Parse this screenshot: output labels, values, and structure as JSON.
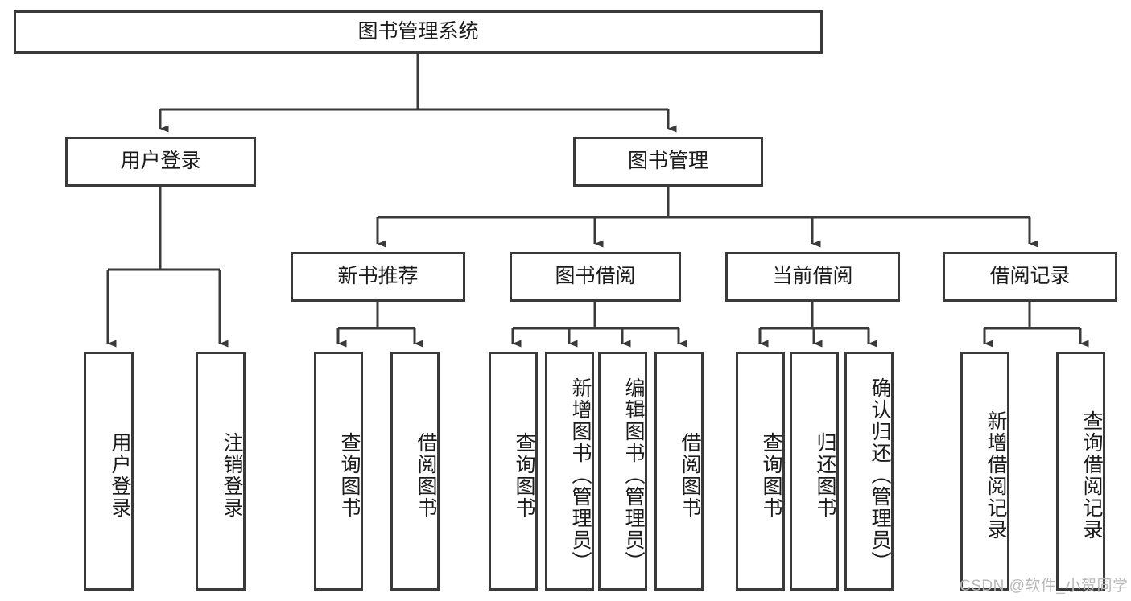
{
  "diagram": {
    "title": "图书管理系统",
    "type": "tree",
    "watermark": "CSDN @软件_小贺同学",
    "stroke_color": "#3a3a3a",
    "fill_color": "#ffffff",
    "text_color": "#1b1b1b",
    "watermark_color": "#b9b9b9",
    "nodes": {
      "root": "图书管理系统",
      "level2": {
        "user_login": "用户登录",
        "book_manage": "图书管理"
      },
      "level3": {
        "new_book_recommend": "新书推荐",
        "book_borrow": "图书借阅",
        "current_borrow": "当前借阅",
        "borrow_record": "借阅记录"
      },
      "leaves": {
        "user_login_group": [
          "用户登录",
          "注销登录"
        ],
        "new_book_recommend_group": [
          "查询图书",
          "借阅图书"
        ],
        "book_borrow_group": [
          "查询图书",
          "新增图书（管理员）",
          "编辑图书（管理员）",
          "借阅图书"
        ],
        "current_borrow_group": [
          "查询图书",
          "归还图书",
          "确认归还（管理员）"
        ],
        "borrow_record_group": [
          "新增借阅记录",
          "查询借阅记录"
        ]
      }
    }
  }
}
